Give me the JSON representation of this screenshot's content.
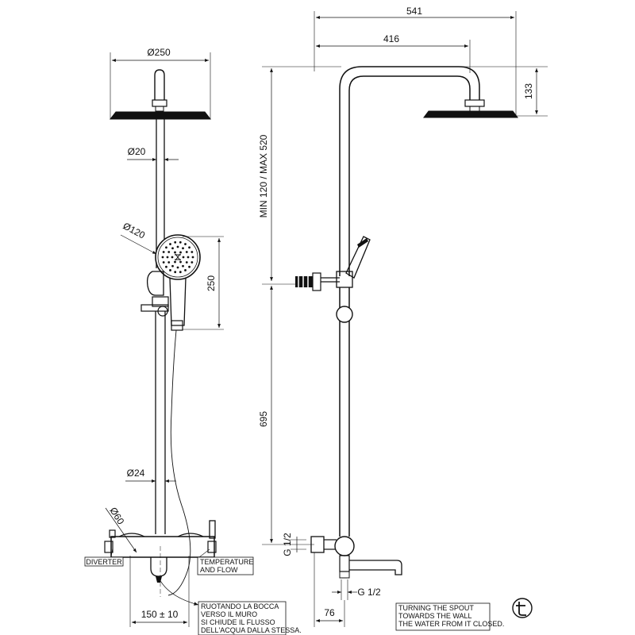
{
  "front_view": {
    "head_diameter": "Ø250",
    "pipe_upper_diameter": "Ø20",
    "hand_shower_diameter": "Ø120",
    "hand_shower_height": "250",
    "pipe_lower_diameter": "Ø24",
    "mixer_diameter": "Ø60",
    "diverter_label": "DIVERTER",
    "temperature_label_line1": "TEMPERATURE",
    "temperature_label_line2": "AND FLOW",
    "spout_note": [
      "RUOTANDO LA BOCCA",
      "VERSO IL MURO",
      "SI CHIUDE IL FLUSSO",
      "DELL'ACQUA DALLA STESSA."
    ],
    "centers_dim": "150 ± 10"
  },
  "side_view": {
    "total_projection": "541",
    "arm_projection": "416",
    "arm_drop": "133",
    "column_height": "MIN 120 / MAX 520",
    "lower_height": "695",
    "inlet_thread_side": "G 1/2",
    "inlet_thread_bottom": "G 1/2",
    "wall_offset": "76",
    "spout_note_en": [
      "TURNING THE SPOUT",
      "TOWARDS THE WALL",
      "THE WATER FROM IT CLOSED."
    ]
  },
  "logo": {
    "icon": "brand-logo-icon"
  }
}
